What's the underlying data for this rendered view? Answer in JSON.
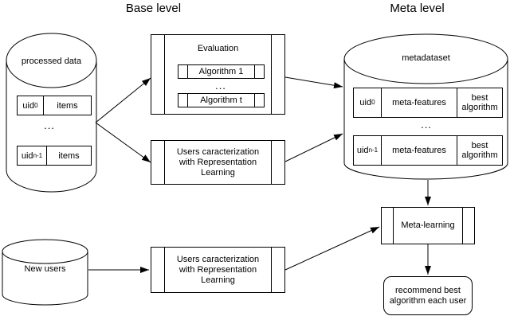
{
  "labels": {
    "base_level": "Base level",
    "meta_level": "Meta level"
  },
  "processed_data": {
    "title": "processed data",
    "ellipsis": "...",
    "rows": [
      {
        "id_base": "uid",
        "id_sub": "0",
        "items": "items"
      },
      {
        "id_base": "uid",
        "id_sub": "n-1",
        "items": "items"
      }
    ]
  },
  "evaluation": {
    "title": "Evaluation",
    "ellipsis": "...",
    "algorithms": [
      "Algorithm 1",
      "Algorithm t"
    ]
  },
  "users_characterization": {
    "text": "Users caracterization\nwith Representation\nLearning"
  },
  "metadataset": {
    "title": "metadataset",
    "ellipsis": "...",
    "rows": [
      {
        "id_base": "uid",
        "id_sub": "0",
        "features": "meta-features",
        "best": "best\nalgorithm"
      },
      {
        "id_base": "uid",
        "id_sub": "n-1",
        "features": "meta-features",
        "best": "best\nalgorithm"
      }
    ]
  },
  "meta_learning": {
    "title": "Meta-learning"
  },
  "recommendation": {
    "text": "recommend best\nalgorithm each user"
  },
  "new_users": {
    "title": "New users"
  }
}
